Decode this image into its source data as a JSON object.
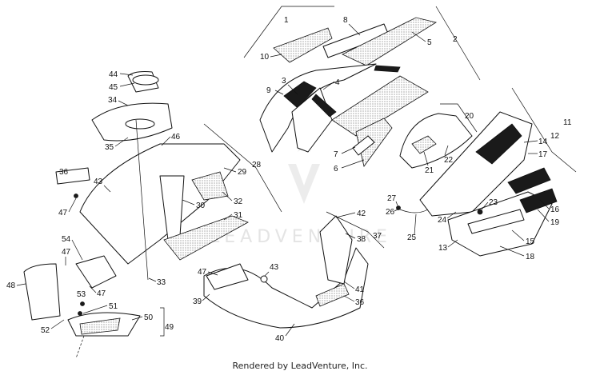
{
  "footer": {
    "credit": "Rendered by LeadVenture, Inc."
  },
  "watermark": {
    "text": "LEADVENTURE"
  },
  "colors": {
    "ink": "#111111",
    "watermark": "#e4e4e4",
    "panel_fill": "#1a1a1a"
  },
  "callouts": [
    {
      "id": "c1",
      "label": "1"
    },
    {
      "id": "c2",
      "label": "2"
    },
    {
      "id": "c3",
      "label": "3"
    },
    {
      "id": "c4",
      "label": "4"
    },
    {
      "id": "c5",
      "label": "5"
    },
    {
      "id": "c6",
      "label": "6"
    },
    {
      "id": "c7",
      "label": "7"
    },
    {
      "id": "c8",
      "label": "8"
    },
    {
      "id": "c9",
      "label": "9"
    },
    {
      "id": "c10",
      "label": "10"
    },
    {
      "id": "c11",
      "label": "11"
    },
    {
      "id": "c12",
      "label": "12"
    },
    {
      "id": "c13",
      "label": "13"
    },
    {
      "id": "c14",
      "label": "14"
    },
    {
      "id": "c15",
      "label": "15"
    },
    {
      "id": "c16",
      "label": "16"
    },
    {
      "id": "c17",
      "label": "17"
    },
    {
      "id": "c18",
      "label": "18"
    },
    {
      "id": "c19",
      "label": "19"
    },
    {
      "id": "c20",
      "label": "20"
    },
    {
      "id": "c21",
      "label": "21"
    },
    {
      "id": "c22",
      "label": "22"
    },
    {
      "id": "c23",
      "label": "23"
    },
    {
      "id": "c24",
      "label": "24"
    },
    {
      "id": "c25",
      "label": "25"
    },
    {
      "id": "c26",
      "label": "26"
    },
    {
      "id": "c27",
      "label": "27"
    },
    {
      "id": "c28",
      "label": "28"
    },
    {
      "id": "c29",
      "label": "29"
    },
    {
      "id": "c30",
      "label": "30"
    },
    {
      "id": "c31",
      "label": "31"
    },
    {
      "id": "c32",
      "label": "32"
    },
    {
      "id": "c33",
      "label": "33"
    },
    {
      "id": "c34",
      "label": "34"
    },
    {
      "id": "c35",
      "label": "35"
    },
    {
      "id": "c36a",
      "label": "36"
    },
    {
      "id": "c36b",
      "label": "36"
    },
    {
      "id": "c37",
      "label": "37"
    },
    {
      "id": "c38",
      "label": "38"
    },
    {
      "id": "c39",
      "label": "39"
    },
    {
      "id": "c40",
      "label": "40"
    },
    {
      "id": "c41",
      "label": "41"
    },
    {
      "id": "c42",
      "label": "42"
    },
    {
      "id": "c43a",
      "label": "43"
    },
    {
      "id": "c43b",
      "label": "43"
    },
    {
      "id": "c44",
      "label": "44"
    },
    {
      "id": "c45",
      "label": "45"
    },
    {
      "id": "c46",
      "label": "46"
    },
    {
      "id": "c47a",
      "label": "47"
    },
    {
      "id": "c47b",
      "label": "47"
    },
    {
      "id": "c47c",
      "label": "47"
    },
    {
      "id": "c47d",
      "label": "47"
    },
    {
      "id": "c48",
      "label": "48"
    },
    {
      "id": "c49",
      "label": "49"
    },
    {
      "id": "c50",
      "label": "50"
    },
    {
      "id": "c51",
      "label": "51"
    },
    {
      "id": "c52",
      "label": "52"
    },
    {
      "id": "c53",
      "label": "53"
    },
    {
      "id": "c54",
      "label": "54"
    }
  ]
}
